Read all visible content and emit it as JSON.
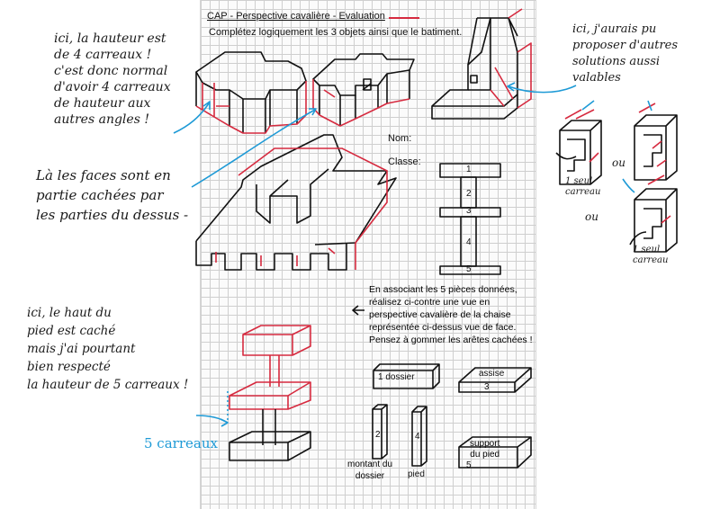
{
  "header": {
    "title": "CAP - Perspective cavalière - Evaluation",
    "instruction": "Complétez logiquement les 3 objets ainsi que le batiment."
  },
  "form": {
    "nom_label": "Nom:",
    "classe_label": "Classe:"
  },
  "chair_parts": {
    "p1": "1",
    "p2": "2",
    "p3": "3",
    "p4": "4",
    "p5": "5"
  },
  "task_text": [
    "En associant les 5 pièces données,",
    "réalisez ci-contre  une vue en",
    "perspective cavalière de la chaise",
    "représentée ci-dessus vue de face.",
    "Pensez à gommer les arêtes cachées !"
  ],
  "pieces": {
    "dossier": "1 dossier",
    "assise": "assise",
    "assise_num": "3",
    "montant_num": "2",
    "montant_label": [
      "montant du",
      "dossier"
    ],
    "pied_num": "4",
    "pied_label": "pied",
    "support_label": [
      "support",
      "du pied"
    ],
    "support_num": "5"
  },
  "annotations": {
    "left_top": [
      "ici, la hauteur est",
      "de 4 carreaux !",
      "c'est donc normal",
      "d'avoir 4 carreaux",
      "de hauteur aux",
      "autres angles !"
    ],
    "left_mid": [
      "Là les faces sont en",
      "partie cachées par",
      "les parties du dessus -"
    ],
    "left_bottom": [
      "ici, le haut du",
      "pied est caché",
      "mais j'ai pourtant",
      "bien respecté",
      "la hauteur de 5 carreaux !"
    ],
    "blue_label": "5 carreaux",
    "right_top": [
      "ici, j'aurais pu",
      "proposer d'autres",
      "solutions aussi",
      "valables"
    ],
    "right_ou_1": "ou",
    "right_ou_2": "ou",
    "right_note_1": [
      "1 seul",
      "carreau"
    ],
    "right_note_2": [
      "1 seul",
      "carreau"
    ]
  },
  "colors": {
    "ink": "#111111",
    "red": "#d62a3f",
    "blue": "#1e9ad6",
    "grid": "#cfcfcf"
  }
}
